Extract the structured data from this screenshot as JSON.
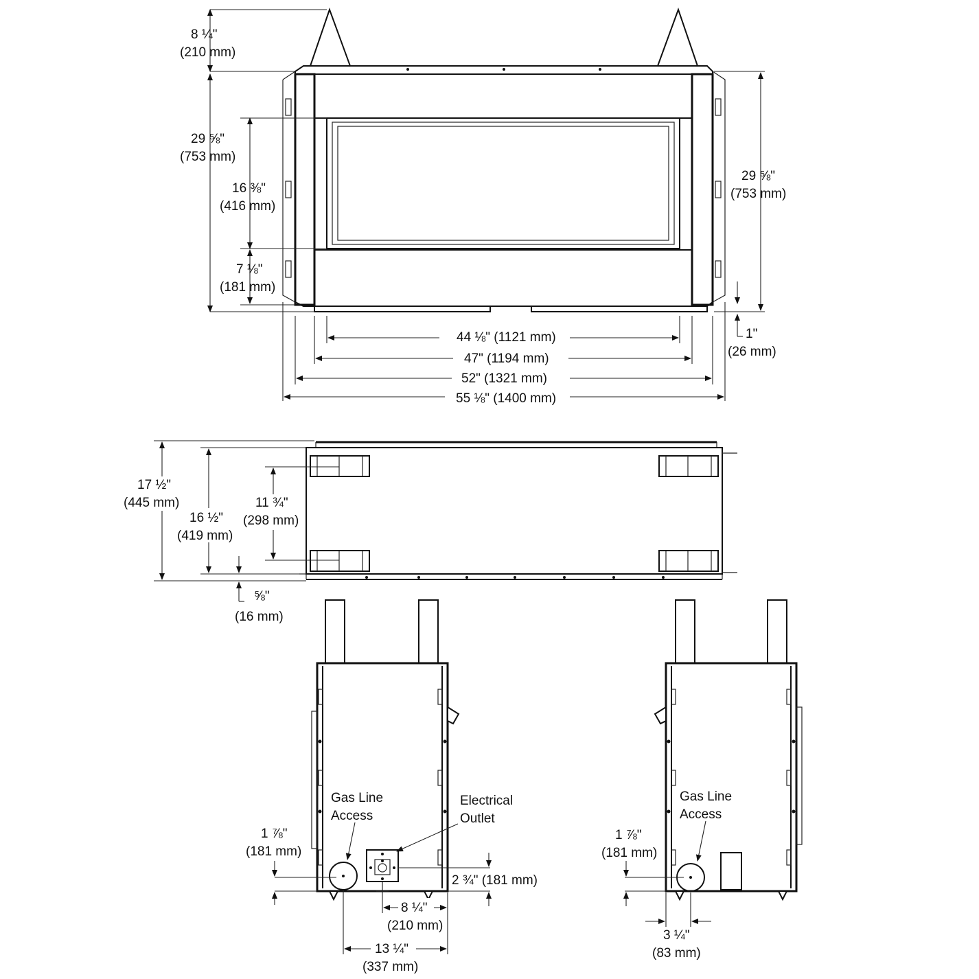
{
  "front_view": {
    "dims": {
      "top_height_in": "8 ¼\"",
      "top_height_mm": "(210 mm)",
      "left_height_in": "29 ⅝\"",
      "left_height_mm": "(753 mm)",
      "opening_in": "16 ⅜\"",
      "opening_mm": "(416 mm)",
      "bottom_in": "7 ⅛\"",
      "bottom_mm": "(181 mm)",
      "right_height_in": "29 ⅝\"",
      "right_height_mm": "(753 mm)",
      "foot_in": "1\"",
      "foot_mm": "(26 mm)",
      "w1": "44 ⅛\" (1121 mm)",
      "w2": "47\" (1194 mm)",
      "w3": "52\" (1321 mm)",
      "w4": "55 ⅛\" (1400 mm)"
    }
  },
  "top_view": {
    "dims": {
      "depth_in": "17 ½\"",
      "depth_mm": "(445 mm)",
      "inner_in": "16 ½\"",
      "inner_mm": "(419 mm)",
      "bracket_in": "11 ¾\"",
      "bracket_mm": "(298 mm)",
      "base_in": "⅝\"",
      "base_mm": "(16 mm)"
    }
  },
  "left_side_view": {
    "labels": {
      "gas_line_1": "Gas Line",
      "gas_line_2": "Access",
      "electrical_1": "Electrical",
      "electrical_2": "Outlet"
    },
    "dims": {
      "gas_height_in": "1 ⅞\"",
      "gas_height_mm": "(181 mm)",
      "outlet_height": "2 ¾\" (181 mm)",
      "outlet_offset_in": "8 ¼\"",
      "outlet_offset_mm": "(210 mm)",
      "gas_offset_in": "13 ¼\"",
      "gas_offset_mm": "(337 mm)"
    }
  },
  "right_side_view": {
    "labels": {
      "gas_line_1": "Gas Line",
      "gas_line_2": "Access"
    },
    "dims": {
      "gas_height_in": "1 ⅞\"",
      "gas_height_mm": "(181 mm)",
      "gas_offset_in": "3 ¼\"",
      "gas_offset_mm": "(83 mm)"
    }
  }
}
